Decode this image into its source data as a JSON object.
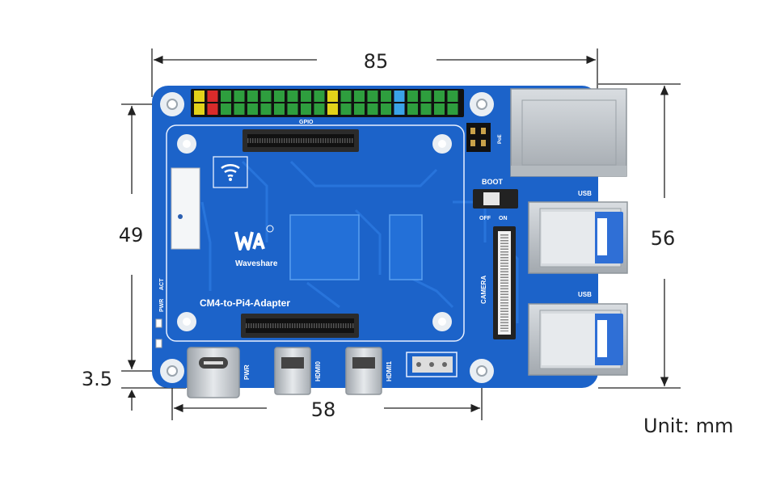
{
  "dimensions": {
    "width_top": "85",
    "height_left": "49",
    "height_right": "56",
    "offset_left": "3.5",
    "width_bottom": "58",
    "unit_label": "Unit: mm"
  },
  "board": {
    "brand": "Waveshare",
    "model": "CM4-to-Pi4-Adapter",
    "silkscreen": {
      "gpio": "GPIO",
      "boot": "BOOT",
      "off": "OFF",
      "on": "ON",
      "usb_top": "USB",
      "usb_bottom": "USB",
      "camera": "CAMERA",
      "pwr_usb": "PWR",
      "hdmi0": "HDMI0",
      "hdmi1": "HDMI1",
      "pwr_led": "PWR",
      "act_led": "ACT",
      "poe": "PoE"
    }
  },
  "colors": {
    "pcb": "#1c63c9",
    "pcb_dark": "#1550a8",
    "connector": "#2b2b2b",
    "metal": "#c8ccd0",
    "usb_blue": "#2f6fd6",
    "pin_green": "#2e9e3e",
    "pin_yellow": "#e2d21a",
    "pin_red": "#d92b2b",
    "pin_blue": "#3aa3e8"
  }
}
